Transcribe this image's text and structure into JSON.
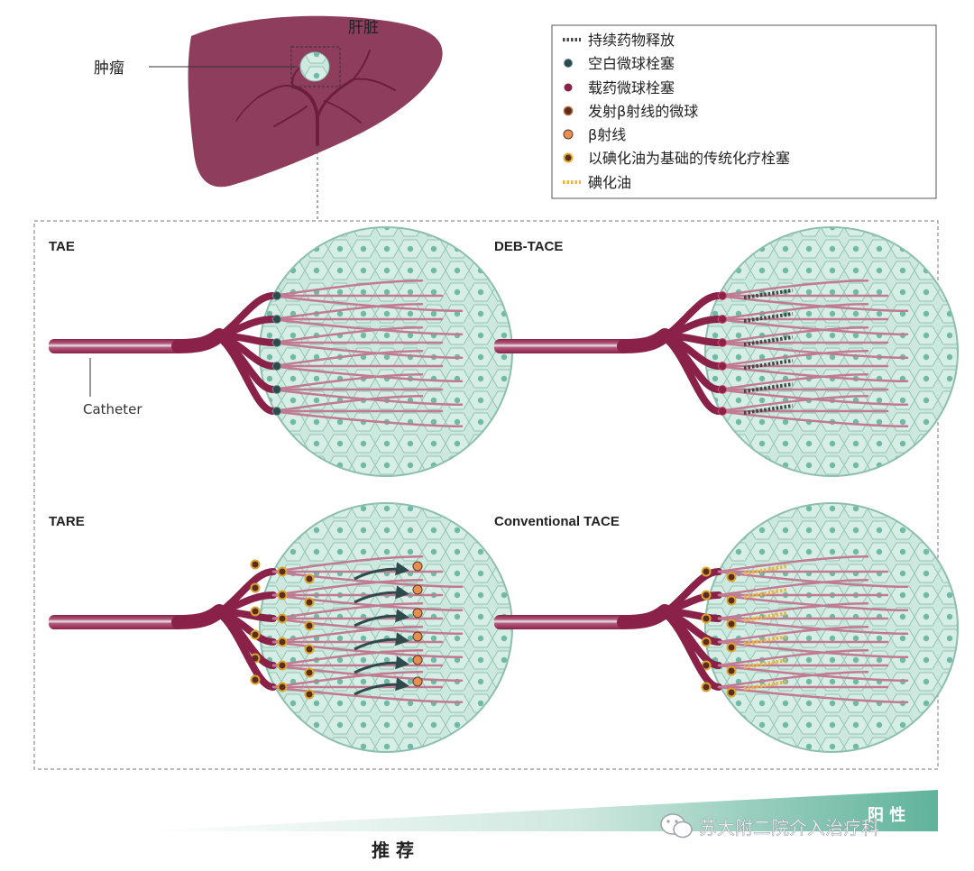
{
  "liver": {
    "organ_label": "肝脏",
    "tumor_label": "肿瘤"
  },
  "colors": {
    "liver": "#8e3d5c",
    "vessel": "#8a2149",
    "vessel_light": "#c27a92",
    "tumor_fill": "#cde9df",
    "tumor_stroke": "#8dbfad",
    "nucleus": "#6fb9a6",
    "dark_sphere": "#2f4a4c",
    "drug_sphere": "#8a2149",
    "beta_sphere": "#e88f4f",
    "beta_ring": "#d9a531",
    "lipiodol": "#f0b43a",
    "catheter": "#d9dde0"
  },
  "legend": {
    "items": [
      {
        "label": "持续药物释放",
        "marker": "dotted-line-dark"
      },
      {
        "label": "空白微球栓塞",
        "marker": "dark-teal-sphere"
      },
      {
        "label": "载药微球栓塞",
        "marker": "crimson-sphere"
      },
      {
        "label": "发射β射线的微球",
        "marker": "brown-sphere"
      },
      {
        "label": "β射线",
        "marker": "orange-sphere"
      },
      {
        "label": "以碘化油为基础的传统化疗栓塞",
        "marker": "yellow-ringed-sphere"
      },
      {
        "label": "碘化油",
        "marker": "dotted-line-yellow"
      }
    ]
  },
  "panels": [
    {
      "id": "tae",
      "label": "TAE"
    },
    {
      "id": "deb",
      "label": "DEB-TACE"
    },
    {
      "id": "tare",
      "label": "TARE"
    },
    {
      "id": "ctace",
      "label": "Conventional TACE"
    }
  ],
  "catheter_label": "Catheter",
  "footer": {
    "recommend_label": "推 荐",
    "positive_label": "阳 性",
    "watermark": "苏大附二院介入治疗科"
  }
}
